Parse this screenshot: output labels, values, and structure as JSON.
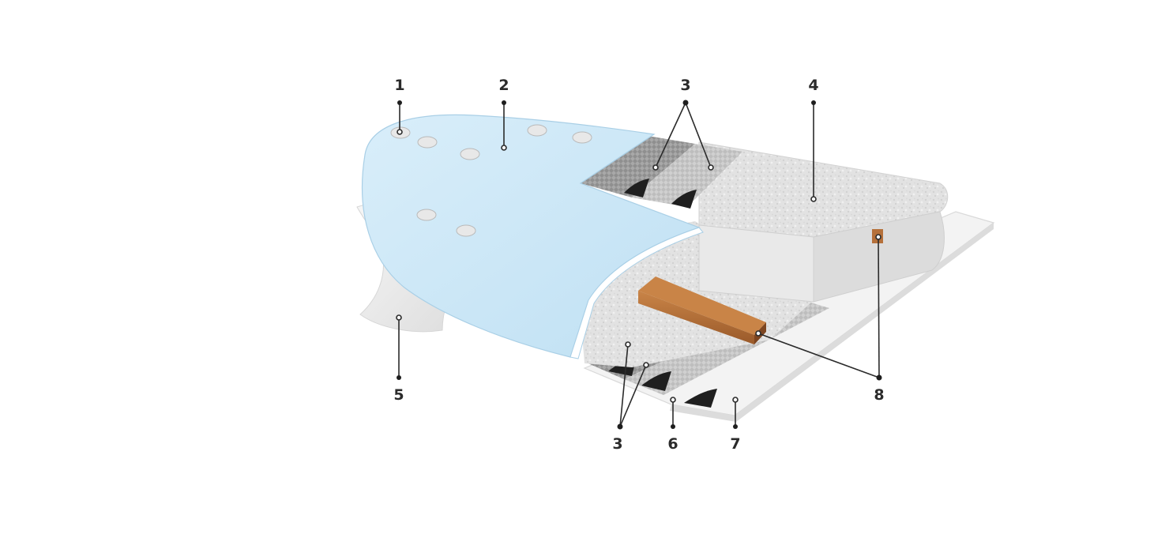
{
  "callouts": {
    "c1": "1",
    "c2": "2",
    "c3_top": "3",
    "c4": "4",
    "c5": "5",
    "c3_bottom": "3",
    "c6": "6",
    "c7": "7",
    "c8": "8"
  },
  "colors": {
    "deck_skin": "#cfe8f7",
    "deck_edge": "#a9cfe6",
    "foam_core": "#e4e4e4",
    "fiberglass_cloth": "#9a9a9a",
    "bottom_skin": "#f2f2f2",
    "stringer_wood": "#b5703a",
    "fin": "#eeeeee"
  }
}
